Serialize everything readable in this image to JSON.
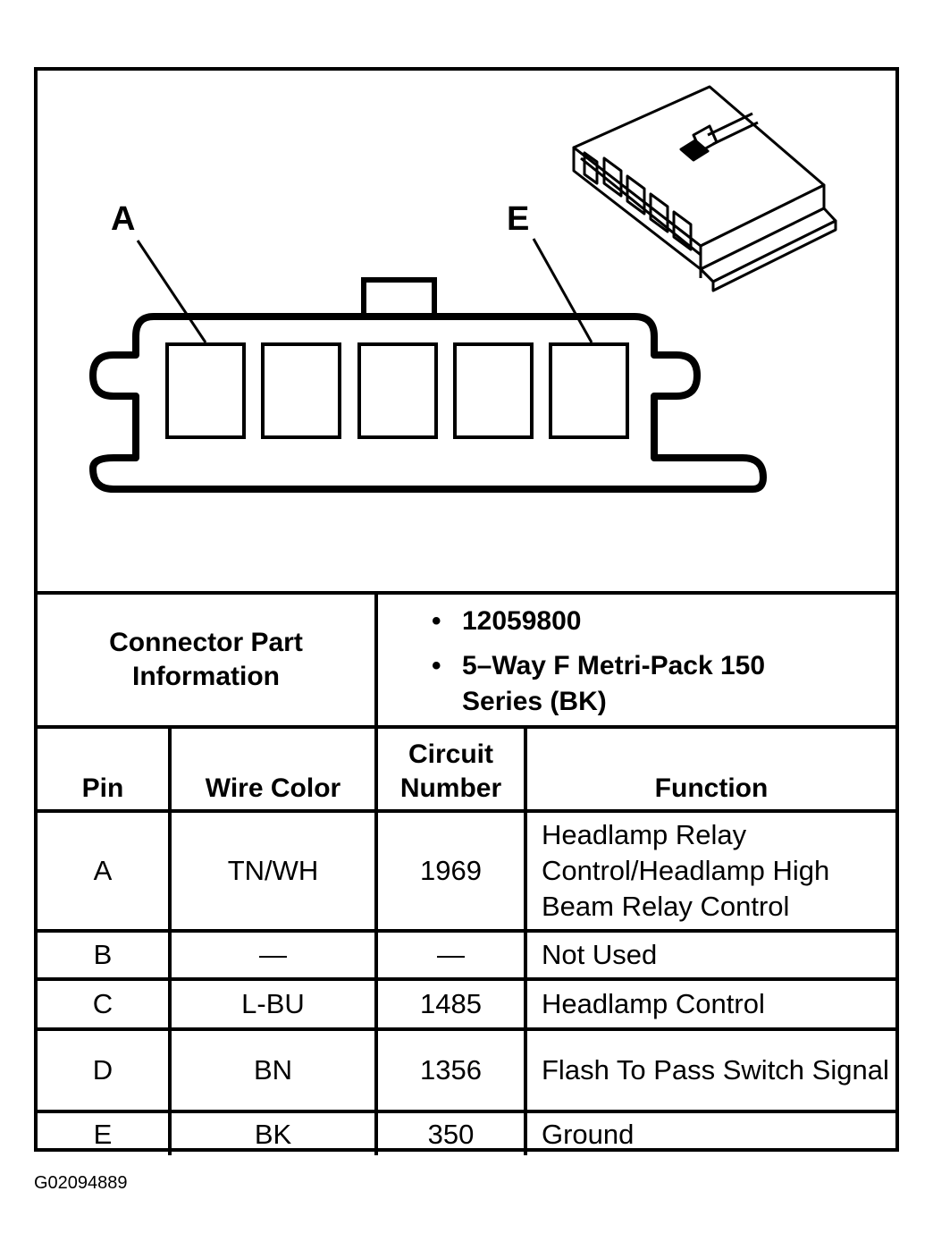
{
  "diagram": {
    "callouts": {
      "pin_a": "A",
      "pin_e": "E"
    }
  },
  "connector_part": {
    "label": "Connector Part Information",
    "bullet_symbol": "•",
    "items": [
      "12059800",
      "5–Way F Metri-Pack 150 Series (BK)"
    ]
  },
  "table": {
    "headers": {
      "pin": "Pin",
      "wire_color": "Wire Color",
      "circuit_number": "Circuit Number",
      "function": "Function"
    },
    "rows": [
      {
        "pin": "A",
        "wire_color": "TN/WH",
        "circuit_number": "1969",
        "function": "Headlamp Relay Control/Headlamp High Beam Relay Control"
      },
      {
        "pin": "B",
        "wire_color": "—",
        "circuit_number": "—",
        "function": "Not Used"
      },
      {
        "pin": "C",
        "wire_color": "L-BU",
        "circuit_number": "1485",
        "function": "Headlamp Control"
      },
      {
        "pin": "D",
        "wire_color": "BN",
        "circuit_number": "1356",
        "function": "Flash To Pass Switch Signal"
      },
      {
        "pin": "E",
        "wire_color": "BK",
        "circuit_number": "350",
        "function": "Ground"
      }
    ]
  },
  "figure_id": "G02094889"
}
